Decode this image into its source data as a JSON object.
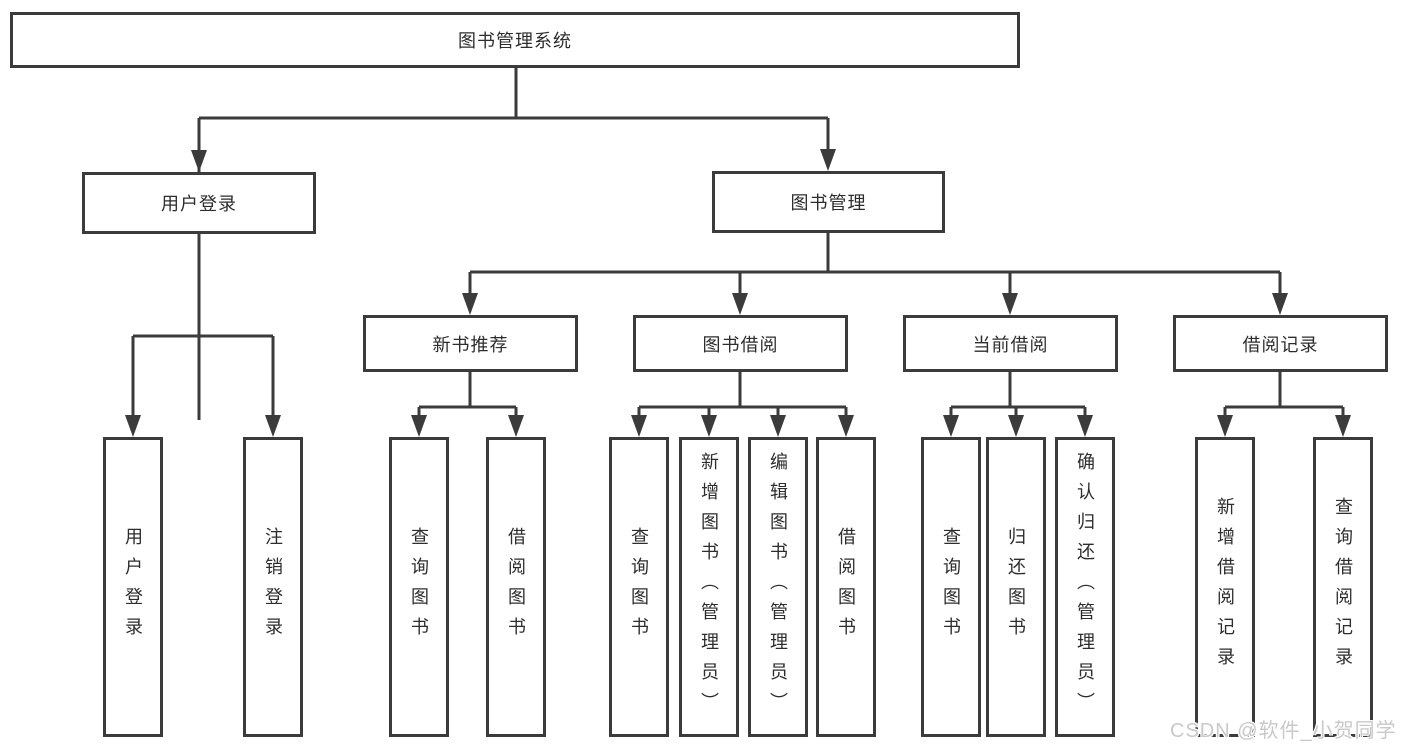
{
  "tree": {
    "root": {
      "label": "图书管理系统"
    },
    "level2": [
      {
        "label": "用户登录",
        "children": [
          {
            "label": "用户登录"
          },
          {
            "label": "注销登录"
          }
        ]
      },
      {
        "label": "图书管理",
        "children": [
          {
            "label": "新书推荐",
            "children": [
              {
                "label": "查询图书"
              },
              {
                "label": "借阅图书"
              }
            ]
          },
          {
            "label": "图书借阅",
            "children": [
              {
                "label": "查询图书"
              },
              {
                "label": "新增图书（管理员）"
              },
              {
                "label": "编辑图书（管理员）"
              },
              {
                "label": "借阅图书"
              }
            ]
          },
          {
            "label": "当前借阅",
            "children": [
              {
                "label": "查询图书"
              },
              {
                "label": "归还图书"
              },
              {
                "label": "确认归还（管理员）"
              }
            ]
          },
          {
            "label": "借阅记录",
            "children": [
              {
                "label": "新增借阅记录"
              },
              {
                "label": "查询借阅记录"
              }
            ]
          }
        ]
      }
    ]
  },
  "watermark": {
    "text": "CSDN @软件_小贺同学"
  },
  "colors": {
    "line": "#3b3b3b",
    "text": "#2d2d2d",
    "watermark": "#c9c9c9",
    "background": "#ffffff"
  }
}
